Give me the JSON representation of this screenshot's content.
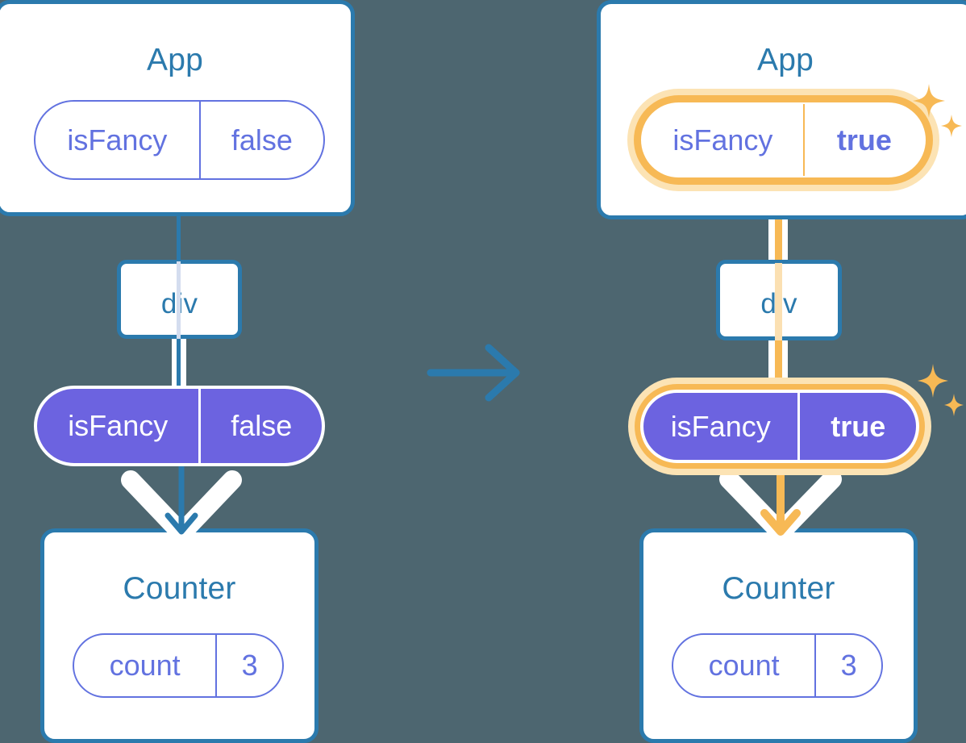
{
  "diagram": {
    "title_icon": "react-state-propagation-diagram",
    "background_color": "#4d6670",
    "accent_blue": "#2b7aad",
    "accent_purple": "#6272e0",
    "accent_purple_fill": "#6c63e0",
    "accent_orange": "#f7b955",
    "accent_orange_glow": "#fce3b4"
  },
  "transition_arrow": {
    "label": "transforms-into",
    "direction": "right",
    "color": "#2b7aad"
  },
  "before": {
    "app": {
      "title": "App",
      "state_pill": {
        "name": "isFancy",
        "value": "false",
        "style": "outline",
        "highlighted": false
      }
    },
    "div": {
      "title": "div"
    },
    "prop_pill": {
      "name": "isFancy",
      "value": "false",
      "style": "filled",
      "highlighted": false
    },
    "counter": {
      "title": "Counter",
      "state_pill": {
        "name": "count",
        "value": "3",
        "style": "outline",
        "highlighted": false
      }
    }
  },
  "after": {
    "app": {
      "title": "App",
      "state_pill": {
        "name": "isFancy",
        "value": "true",
        "style": "outline",
        "highlighted": true,
        "value_bold": true
      },
      "sparkle": "sparkle-icon"
    },
    "div": {
      "title": "div"
    },
    "prop_pill": {
      "name": "isFancy",
      "value": "true",
      "style": "filled",
      "highlighted": true,
      "value_bold": true,
      "sparkle": "sparkle-icon"
    },
    "counter": {
      "title": "Counter",
      "state_pill": {
        "name": "count",
        "value": "3",
        "style": "outline",
        "highlighted": false
      }
    }
  }
}
